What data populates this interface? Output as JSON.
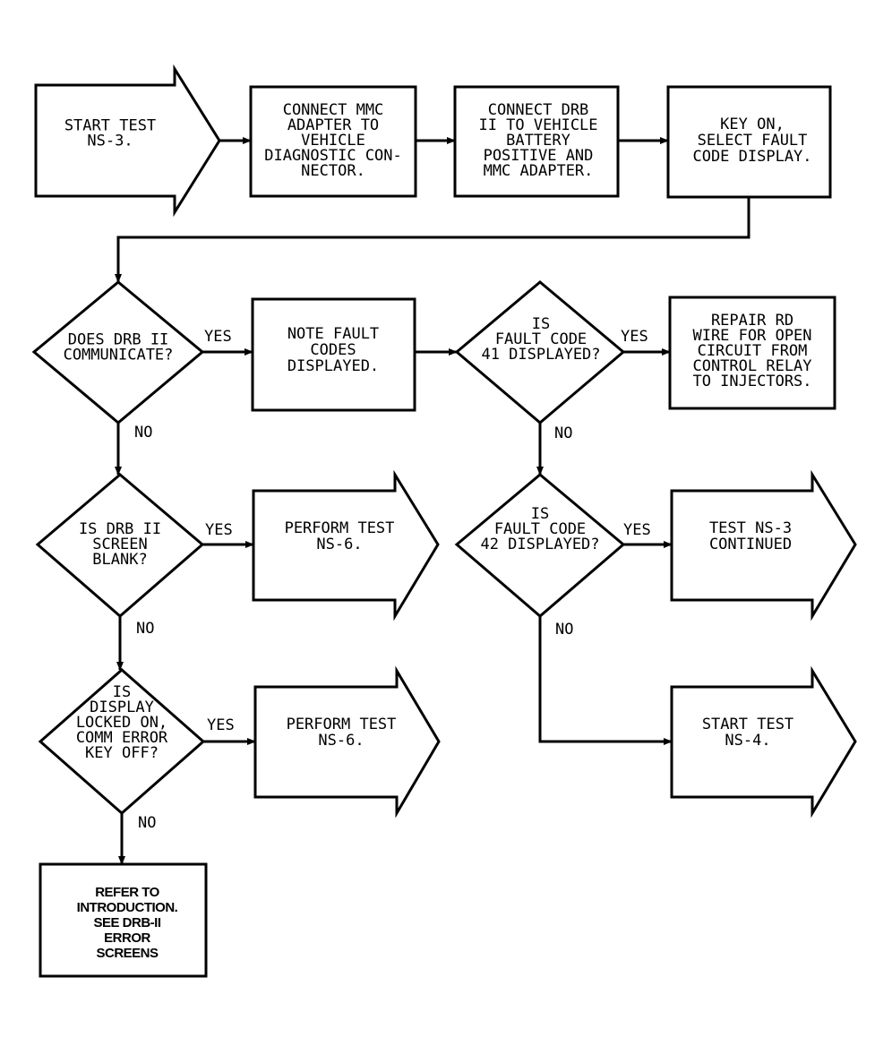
{
  "nodes": {
    "start_ns3": [
      "START TEST",
      "NS-3."
    ],
    "connect_mmc": [
      "CONNECT MMC",
      "ADAPTER TO",
      "VEHICLE",
      "DIAGNOSTIC CON-",
      "NECTOR."
    ],
    "connect_drb": [
      "CONNECT DRB",
      "II TO VEHICLE",
      "BATTERY",
      "POSITIVE AND",
      "MMC ADAPTER."
    ],
    "key_on": [
      "KEY ON,",
      "SELECT FAULT",
      "CODE DISPLAY."
    ],
    "q_communicate": [
      "DOES DRB II",
      "COMMUNICATE?"
    ],
    "note_codes": [
      "NOTE FAULT",
      "CODES",
      "DISPLAYED."
    ],
    "q_code41": [
      "IS",
      "FAULT CODE",
      "41 DISPLAYED?"
    ],
    "repair_wire": [
      "REPAIR RD",
      "WIRE FOR OPEN",
      "CIRCUIT FROM",
      "CONTROL RELAY",
      "TO INJECTORS."
    ],
    "q_blank": [
      "IS DRB II",
      "SCREEN",
      "BLANK?"
    ],
    "perform_ns6_a": [
      "PERFORM TEST",
      "NS-6."
    ],
    "q_code42": [
      "IS",
      "FAULT CODE",
      "42 DISPLAYED?"
    ],
    "ns3_continued": [
      "TEST NS-3",
      "CONTINUED"
    ],
    "q_locked": [
      "IS",
      "DISPLAY",
      "LOCKED ON,",
      "COMM ERROR",
      "KEY OFF?"
    ],
    "perform_ns6_b": [
      "PERFORM TEST",
      "NS-6."
    ],
    "start_ns4": [
      "START TEST",
      "NS-4."
    ],
    "refer_intro": [
      "REFER TO",
      "INTRODUCTION.",
      "SEE DRB-II",
      "ERROR",
      "SCREENS"
    ]
  },
  "edge_labels": {
    "yes_communicate": "YES",
    "no_communicate": "NO",
    "yes_code41": "YES",
    "no_code41": "NO",
    "yes_blank": "YES",
    "no_blank": "NO",
    "yes_code42": "YES",
    "no_code42": "NO",
    "yes_locked": "YES",
    "no_locked": "NO"
  }
}
